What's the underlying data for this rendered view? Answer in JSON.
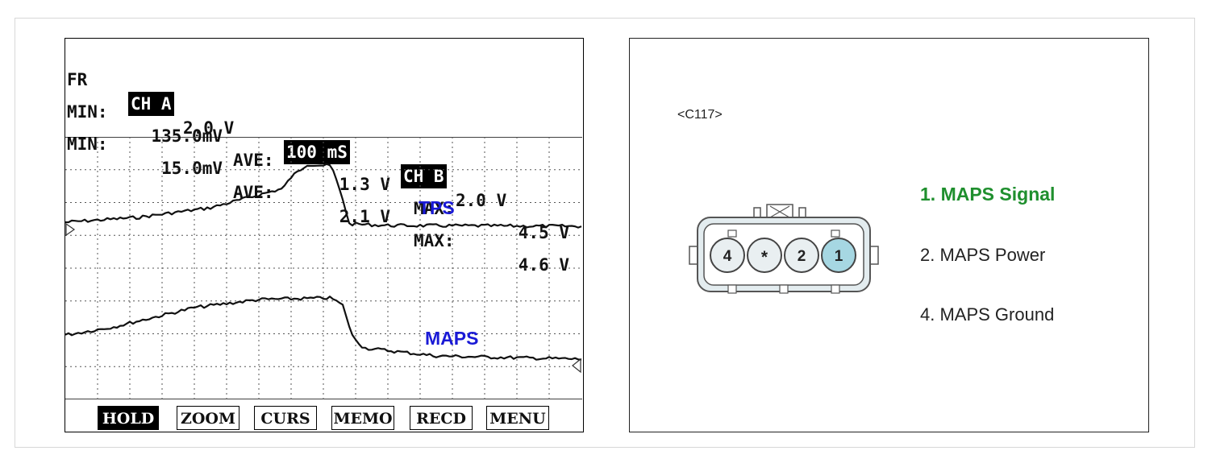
{
  "scope": {
    "header": {
      "mode": "FR",
      "ch_a_label": "CH A",
      "ch_a_scale": "2.0 V",
      "timebase": "100 mS",
      "ch_b_label": "CH B",
      "ch_b_scale": "2.0 V"
    },
    "stats": [
      {
        "min_label": "MIN:",
        "min_value": "135.0mV",
        "ave_label": "AVE:",
        "ave_value": "1.3 V",
        "max_label": "MAX:",
        "max_value": "4.5 V"
      },
      {
        "min_label": "MIN:",
        "min_value": "15.0mV",
        "ave_label": "AVE:",
        "ave_value": "2.1 V",
        "max_label": "MAX:",
        "max_value": "4.6 V"
      }
    ],
    "traces": [
      {
        "name": "TPS",
        "color": "#1a1ad6"
      },
      {
        "name": "MAPS",
        "color": "#1a1ad6"
      }
    ],
    "buttons": [
      {
        "label": "HOLD",
        "active": true
      },
      {
        "label": "ZOOM",
        "active": false
      },
      {
        "label": "CURS",
        "active": false
      },
      {
        "label": "MEMO",
        "active": false
      },
      {
        "label": "RECD",
        "active": false
      },
      {
        "label": "MENU",
        "active": false
      }
    ]
  },
  "connector": {
    "id": "<C117>",
    "pins": [
      "4",
      "*",
      "2",
      "1"
    ],
    "highlighted_pin": "1",
    "highlight_color": "#a6d7e2",
    "legend": [
      {
        "text": "1. MAPS Signal",
        "color": "#1f8f2e",
        "bold": true
      },
      {
        "text": "2. MAPS Power",
        "color": "#222222",
        "bold": false
      },
      {
        "text": "4. MAPS Ground",
        "color": "#222222",
        "bold": false
      }
    ]
  }
}
